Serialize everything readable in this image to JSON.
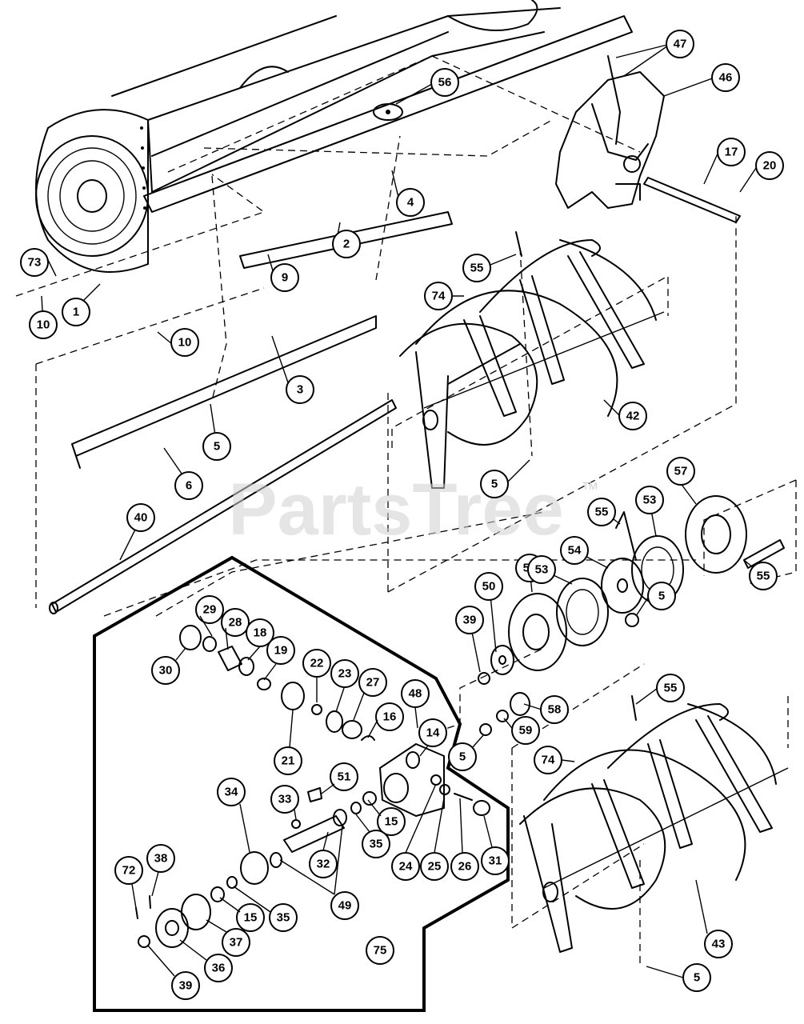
{
  "watermark": {
    "text": "PartsTree",
    "mark": "TM"
  },
  "callouts": [
    {
      "id": "c47",
      "label": "47"
    },
    {
      "id": "c46",
      "label": "46"
    },
    {
      "id": "c56",
      "label": "56"
    },
    {
      "id": "c17",
      "label": "17"
    },
    {
      "id": "c20",
      "label": "20"
    },
    {
      "id": "c4",
      "label": "4"
    },
    {
      "id": "c2",
      "label": "2"
    },
    {
      "id": "c9",
      "label": "9"
    },
    {
      "id": "c73",
      "label": "73"
    },
    {
      "id": "c1",
      "label": "1"
    },
    {
      "id": "c10a",
      "label": "10"
    },
    {
      "id": "c10b",
      "label": "10"
    },
    {
      "id": "c3",
      "label": "3"
    },
    {
      "id": "c55a",
      "label": "55"
    },
    {
      "id": "c74a",
      "label": "74"
    },
    {
      "id": "c42",
      "label": "42"
    },
    {
      "id": "c5a",
      "label": "5"
    },
    {
      "id": "c6",
      "label": "6"
    },
    {
      "id": "c5b",
      "label": "5"
    },
    {
      "id": "c40",
      "label": "40"
    },
    {
      "id": "c57",
      "label": "57"
    },
    {
      "id": "c55b",
      "label": "55"
    },
    {
      "id": "c53a",
      "label": "53"
    },
    {
      "id": "c52",
      "label": "52"
    },
    {
      "id": "c50",
      "label": "50"
    },
    {
      "id": "c53b",
      "label": "53"
    },
    {
      "id": "c54",
      "label": "54"
    },
    {
      "id": "c55c",
      "label": "55"
    },
    {
      "id": "c5c",
      "label": "5"
    },
    {
      "id": "c39a",
      "label": "39"
    },
    {
      "id": "c29",
      "label": "29"
    },
    {
      "id": "c28",
      "label": "28"
    },
    {
      "id": "c18",
      "label": "18"
    },
    {
      "id": "c30",
      "label": "30"
    },
    {
      "id": "c19",
      "label": "19"
    },
    {
      "id": "c22",
      "label": "22"
    },
    {
      "id": "c23",
      "label": "23"
    },
    {
      "id": "c27",
      "label": "27"
    },
    {
      "id": "c48",
      "label": "48"
    },
    {
      "id": "c16",
      "label": "16"
    },
    {
      "id": "c14",
      "label": "14"
    },
    {
      "id": "c21",
      "label": "21"
    },
    {
      "id": "c55d",
      "label": "55"
    },
    {
      "id": "c58",
      "label": "58"
    },
    {
      "id": "c59",
      "label": "59"
    },
    {
      "id": "c5d",
      "label": "5"
    },
    {
      "id": "c74b",
      "label": "74"
    },
    {
      "id": "c51",
      "label": "51"
    },
    {
      "id": "c34",
      "label": "34"
    },
    {
      "id": "c33",
      "label": "33"
    },
    {
      "id": "c15a",
      "label": "15"
    },
    {
      "id": "c35a",
      "label": "35"
    },
    {
      "id": "c32",
      "label": "32"
    },
    {
      "id": "c24",
      "label": "24"
    },
    {
      "id": "c25",
      "label": "25"
    },
    {
      "id": "c26",
      "label": "26"
    },
    {
      "id": "c31",
      "label": "31"
    },
    {
      "id": "c72",
      "label": "72"
    },
    {
      "id": "c38",
      "label": "38"
    },
    {
      "id": "c49",
      "label": "49"
    },
    {
      "id": "c15b",
      "label": "15"
    },
    {
      "id": "c35b",
      "label": "35"
    },
    {
      "id": "c37",
      "label": "37"
    },
    {
      "id": "c43",
      "label": "43"
    },
    {
      "id": "c36",
      "label": "36"
    },
    {
      "id": "c75",
      "label": "75"
    },
    {
      "id": "c39b",
      "label": "39"
    },
    {
      "id": "c5e",
      "label": "5"
    }
  ]
}
